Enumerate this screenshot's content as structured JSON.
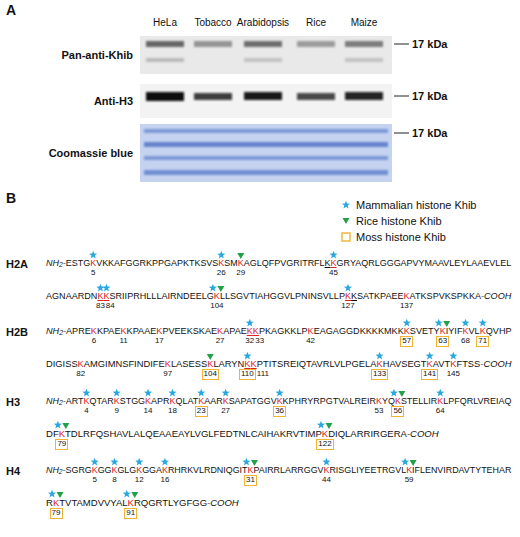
{
  "diagram": {
    "nodes": [
      {
        "text": [
          "57"
        ]
      },
      {
        "text": [
          "63"
        ]
      },
      {
        "text": [
          "71"
        ]
      },
      {
        "text": [
          "104"
        ]
      },
      {
        "text": [
          "110"
        ]
      },
      {
        "text": [
          "133"
        ]
      },
      {
        "text": [
          "141"
        ]
      },
      {
        "text": [
          "23"
        ]
      },
      {
        "text": [
          "36"
        ]
      },
      {
        "text": [
          "56"
        ]
      },
      {
        "text": [
          "79"
        ]
      },
      {
        "text": [
          "122"
        ]
      },
      {
        "text": [
          "31"
        ]
      },
      {
        "text": [
          "79"
        ]
      },
      {
        "text": [
          "91"
        ]
      }
    ],
    "labels": [
      "A",
      "HeLa",
      "Tobacco",
      "Arabidopsis",
      "Rice",
      "Maize",
      "Pan-anti-Khib",
      "17 kDa",
      "Anti-H3",
      "17 kDa",
      "Coomassie blue",
      "17 kDa",
      "B",
      "H2A",
      "NH2-ESTGKVKKAFGGRKPPGAPKTKSVSKSMKAGLQFPVGRITRFLKKGRYAQRLGGGAPVYMAAVLEYLAAEVLEL",
      "5",
      "26",
      "29",
      "45",
      "AGNAARDNKKSRIIPRHLLLAIRNDEELGKLLSGVTIAHGGVLPNINSVLLPKKSATKPAEEKATKSPVKSPKKA-COOH",
      "83",
      "84",
      "104",
      "127",
      "137",
      "H2B",
      "NH2-APREKKPAEKKPAAEKPVEEKSKAEKAPAEKKPKAGKKLPKEAGAGGDKKKKMKKKSVETYKIYIFKVLKQVHP",
      "6",
      "11",
      "17",
      "27",
      "32",
      "33",
      "42",
      "68",
      "DIGISSKAMGIMNSFINDIFEKLASESSKLARYNKKPTITSREIQTAVRLVLPGELAKHAVSEGTKAVTKFTSS-COOH",
      "82",
      "97",
      "111",
      "145",
      "H3",
      "NH2-ARTKQTARKSTGGKAPRKQLATKAARKSAPATGGVKKPHRYRPGTVALREIRKYQKSTELLIRKLPFQRLVREIAQ",
      "4",
      "9",
      "14",
      "18",
      "27",
      "53",
      "64",
      "DFKTDLRFQSHAVLALQEAAEAYLVGLFEDTNLCAIHAKRVTIMPKDIQLARRIRGERA-COOH",
      "H4",
      "NH2-SGRGKGGKGLGKGGAKRHRKVLRDNIQGITKPAIRRLARRGGVKRISGLIYEETRGVLKIFLENVIRDAVTYTEHAR",
      "5",
      "8",
      "12",
      "16",
      "44",
      "59",
      "RKTVTAMDVVYALKRQGRTLYGFGG-COOH"
    ],
    "legend": [
      {
        "text": "Mammalian histone Khib"
      },
      {
        "text": "Rice histone Khib"
      },
      {
        "text": "Moss histone Khib"
      }
    ]
  }
}
